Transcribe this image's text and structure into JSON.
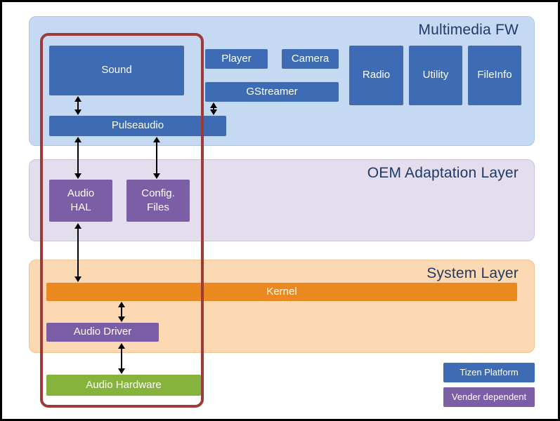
{
  "diagram": {
    "layers": [
      {
        "id": "multimedia",
        "title": "Multimedia FW"
      },
      {
        "id": "oem",
        "title": "OEM Adaptation Layer"
      },
      {
        "id": "system",
        "title": "System Layer"
      }
    ],
    "boxes": {
      "sound": "Sound",
      "pulseaudio": "Pulseaudio",
      "player": "Player",
      "camera": "Camera",
      "gstreamer": "GStreamer",
      "radio": "Radio",
      "utility": "Utility",
      "fileinfo": "FileInfo",
      "audio_hal": "Audio\nHAL",
      "config_files": "Config.\nFiles",
      "kernel": "Kernel",
      "audio_driver": "Audio Driver",
      "audio_hardware": "Audio Hardware"
    },
    "legend": [
      {
        "label": "Tizen Platform",
        "color": "#3d6cb4"
      },
      {
        "label": "Vender dependent",
        "color": "#7c5ea6"
      }
    ],
    "connections": [
      {
        "from": "Sound",
        "to": "Pulseaudio",
        "bidirectional": true
      },
      {
        "from": "GStreamer",
        "to": "Pulseaudio",
        "bidirectional": true
      },
      {
        "from": "Pulseaudio",
        "to": "Audio HAL",
        "bidirectional": true
      },
      {
        "from": "Pulseaudio",
        "to": "Config. Files",
        "bidirectional": true
      },
      {
        "from": "Audio HAL",
        "to": "Kernel",
        "bidirectional": true
      },
      {
        "from": "Kernel",
        "to": "Audio Driver",
        "bidirectional": true
      },
      {
        "from": "Audio Driver",
        "to": "Audio Hardware",
        "bidirectional": true
      }
    ],
    "colors": {
      "tizen_blue": "#3d6cb4",
      "vendor_purple": "#7c5ea6",
      "kernel_orange": "#e9891f",
      "hardware_green": "#85b33c",
      "multimedia_layer_bg": "#c5d9f2",
      "oem_layer_bg": "#e4ddee",
      "system_layer_bg": "#fcd9b3",
      "audio_path_highlight": "#9e3a38",
      "layer_title_text": "#1e3a68"
    }
  }
}
